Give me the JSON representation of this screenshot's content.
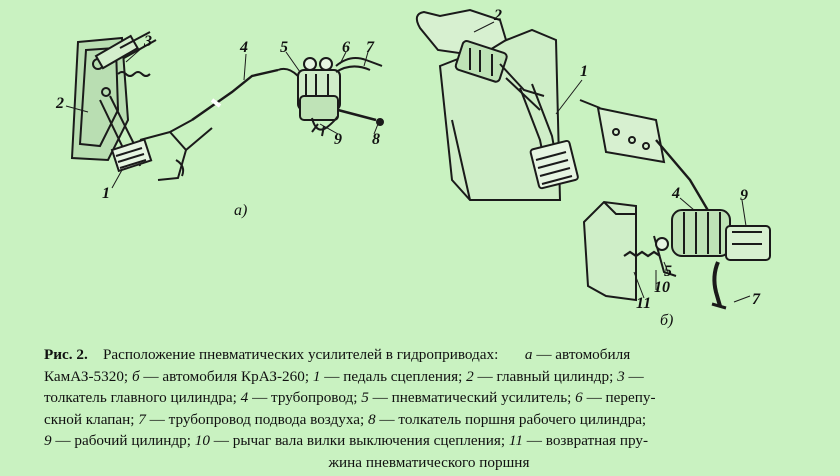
{
  "labels_a": {
    "n1": "1",
    "n2": "2",
    "n3": "3",
    "n4": "4",
    "n5": "5",
    "n6": "6",
    "n7": "7",
    "n8": "8",
    "n9": "9",
    "sub": "а)"
  },
  "labels_b": {
    "n1": "1",
    "n2": "2",
    "n4": "4",
    "n5": "5",
    "n7": "7",
    "n9": "9",
    "n10": "10",
    "n11": "11",
    "sub": "б)"
  },
  "caption": {
    "fig": "Рис. 2.",
    "title": "Расположение пневматических усилителей в гидроприводах:",
    "l1_a": "а",
    "l1_tail": " — автомобиля",
    "l2_pre": "КамАЗ-5320; ",
    "l2_b": "б",
    "l2_mid": " — автомобиля КрАЗ-260; ",
    "l2_1": "1",
    "l2_t1": " — педаль сцепления; ",
    "l2_2": "2",
    "l2_t2": " — главный цилиндр; ",
    "l2_3": "3",
    "l2_t3": " —",
    "l3_pre": "толкатель главного цилиндра; ",
    "l3_4": "4",
    "l3_t4": " — трубопровод; ",
    "l3_5": "5",
    "l3_t5": " — пневматический усилитель; ",
    "l3_6": "6",
    "l3_t6": " — перепу-",
    "l4_pre": "скной клапан; ",
    "l4_7": "7",
    "l4_t7": " — трубопровод подвода воздуха; ",
    "l4_8": "8",
    "l4_t8": " — толкатель поршня рабочего цилиндра;",
    "l5_9": "9",
    "l5_t9": " — рабочий цилиндр; ",
    "l5_10": "10",
    "l5_t10": " — рычаг вала вилки выключения сцепления; ",
    "l5_11": "11",
    "l5_t11": " — возвратная пру-",
    "l6": "жина пневматического поршня"
  }
}
